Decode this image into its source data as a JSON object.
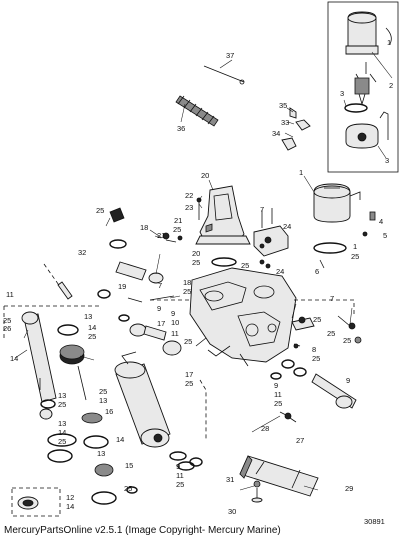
{
  "caption": "MercuryPartsOnline v2.5.1 (Image Copyright- Mercury Marine)",
  "drawing_number": "30891",
  "callouts": {
    "c1": "1",
    "c2": "2",
    "c3": "3",
    "c4": "4",
    "c5": "5",
    "c6": "6",
    "c7": "7",
    "c8": "8",
    "c9": "9",
    "c10": "10",
    "c11": "11",
    "c12": "12",
    "c13": "13",
    "c14": "14",
    "c15": "15",
    "c16": "16",
    "c17": "17",
    "c18": "18",
    "c19": "19",
    "c20": "20",
    "c21": "21",
    "c22": "22",
    "c23": "23",
    "c24": "24",
    "c25": "25",
    "c26": "26",
    "c27": "27",
    "c28": "28",
    "c29": "29",
    "c30": "30",
    "c31": "31",
    "c32": "32",
    "c33": "33",
    "c34": "34",
    "c35": "35",
    "c36": "36",
    "c37": "37"
  }
}
